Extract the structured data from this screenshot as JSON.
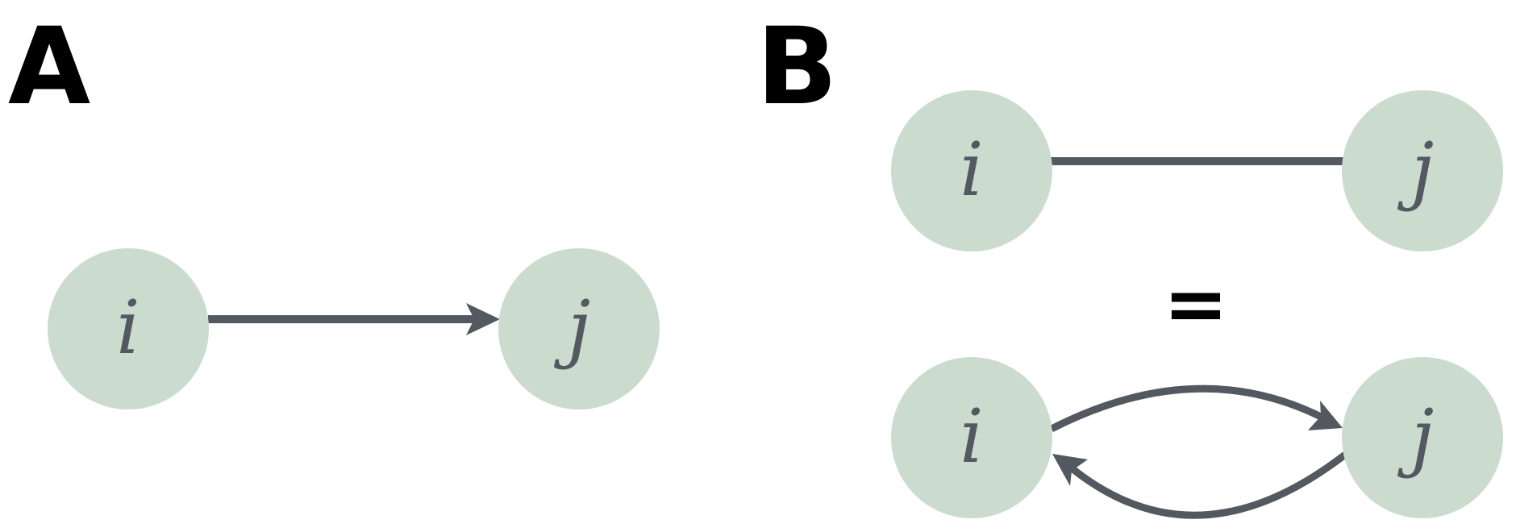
{
  "colors": {
    "node_fill": "#cbdccf",
    "edge": "#545860",
    "label_text": "#545860",
    "panel_label": "#000000"
  },
  "panels": {
    "a": {
      "label": "A",
      "node_from": "i",
      "node_to": "j"
    },
    "b": {
      "label": "B",
      "top_from": "i",
      "top_to": "j",
      "equals": "=",
      "bottom_from": "i",
      "bottom_to": "j"
    }
  }
}
